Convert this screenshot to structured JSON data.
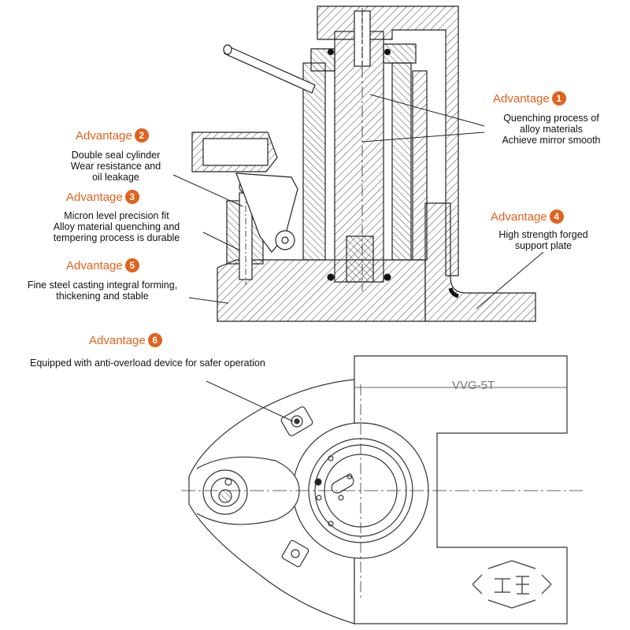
{
  "advantages": [
    {
      "label": "Advantage",
      "num": "1",
      "lines": [
        "Quenching process of",
        "alloy materials",
        "Achieve mirror smooth"
      ]
    },
    {
      "label": "Advantage",
      "num": "2",
      "lines": [
        "Double seal cylinder",
        "Wear resistance and",
        "oil leakage"
      ]
    },
    {
      "label": "Advantage",
      "num": "3",
      "lines": [
        "Micron level precision fit",
        "Alloy material quenching and",
        "tempering process is durable"
      ]
    },
    {
      "label": "Advantage",
      "num": "4",
      "lines": [
        "High strength forged",
        "support plate"
      ]
    },
    {
      "label": "Advantage",
      "num": "5",
      "lines": [
        "Fine steel casting integral forming,",
        "thickening and stable"
      ]
    },
    {
      "label": "Advantage",
      "num": "6",
      "lines": [
        "Equipped with anti-overload device for safer operation"
      ]
    }
  ],
  "model_label": "VVG-5T",
  "accent_color": "#e0621e"
}
